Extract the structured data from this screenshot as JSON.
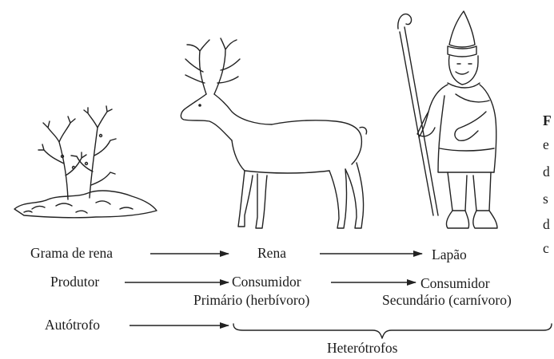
{
  "chain": {
    "organisms": [
      "Grama de rena",
      "Rena",
      "Lapão"
    ],
    "roles": {
      "produtor": "Produtor",
      "consumidor1_a": "Consumidor",
      "consumidor1_b": "Primário (herbívoro)",
      "consumidor2_a": "Consumidor",
      "consumidor2_b": "Secundário (carnívoro)"
    },
    "nutrition": {
      "autotrofo": "Autótrofo",
      "heterotrofos": "Heterótrofos"
    }
  },
  "side_text": [
    "F",
    "e",
    "d",
    "s",
    "d",
    "c"
  ],
  "illustrations": [
    "reindeer-grass-illustration",
    "reindeer-illustration",
    "lapp-man-illustration"
  ]
}
